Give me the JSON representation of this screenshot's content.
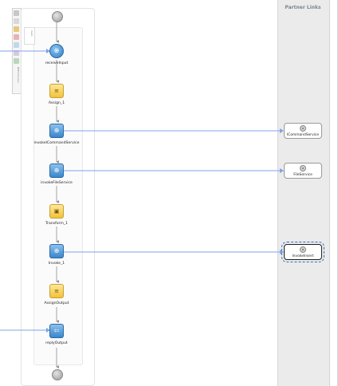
{
  "partner_panel": {
    "title": "Partner Links"
  },
  "scope": {
    "label": "main"
  },
  "toolbar": {
    "label": "BPEL Process"
  },
  "activities": [
    {
      "name": "receiveInput",
      "type": "receive"
    },
    {
      "name": "Assign_1",
      "type": "assign"
    },
    {
      "name": "invokeICommandService",
      "type": "invoke"
    },
    {
      "name": "invokeFileService",
      "type": "invoke"
    },
    {
      "name": "Transform_1",
      "type": "transform"
    },
    {
      "name": "Invoke_1",
      "type": "invoke"
    },
    {
      "name": "AssignOutput",
      "type": "assign"
    },
    {
      "name": "replyOutput",
      "type": "reply"
    }
  ],
  "partner_links": [
    {
      "name": "ICommandService"
    },
    {
      "name": "FileService"
    },
    {
      "name": "InvokeInsert"
    }
  ],
  "colors": {
    "invoke": "#3a86cc",
    "assign": "#f2c23a",
    "connector": "#7fa4e6",
    "partner_column": "#ebebeb"
  }
}
